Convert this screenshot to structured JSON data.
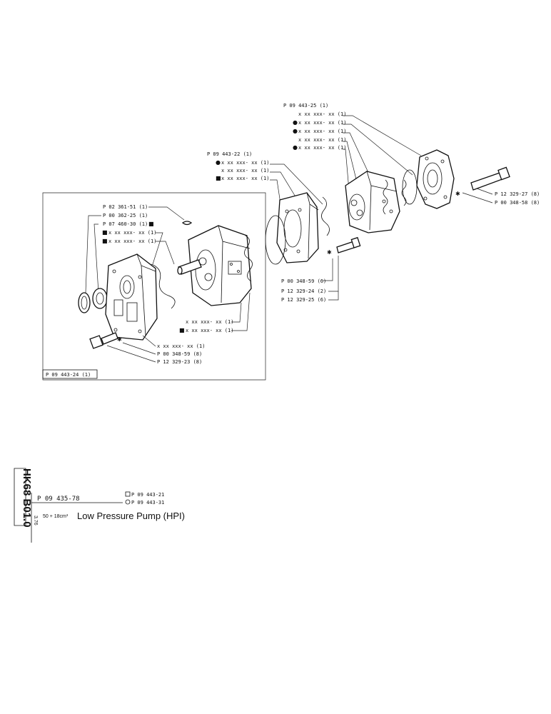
{
  "diagram": {
    "top_group": {
      "part_no": "P 09 443-25 (1)",
      "items": [
        {
          "sym": "",
          "text": "x xx xxx- xx (1)"
        },
        {
          "sym": "●",
          "text": "x xx xxx- xx (1)"
        },
        {
          "sym": "●",
          "text": "x xx xxx- xx (1)"
        },
        {
          "sym": "",
          "text": "x xx xxx- xx (1)"
        },
        {
          "sym": "●",
          "text": "x xx xxx- xx (1)"
        }
      ],
      "bolt": "P 12 329-27 (8)",
      "washer": "P 00 348-58 (8)"
    },
    "mid_group": {
      "part_no": "P 09 443-22 (1)",
      "items": [
        {
          "sym": "●",
          "text": "x xx xxx- xx (1)"
        },
        {
          "sym": "",
          "text": "x xx xxx- xx (1)"
        },
        {
          "sym": "■",
          "text": "x xx xxx- xx (1)"
        }
      ],
      "washer": "P 00 348-59 (6)",
      "bolt_a": "P 12 329-24 (2)",
      "bolt_b": "P 12 329-25 (6)"
    },
    "left_group": {
      "labels": [
        {
          "sym": "",
          "text": "P 02 361-51 (1)"
        },
        {
          "sym": "",
          "text": "P 00 362-25 (1)"
        },
        {
          "sym": "",
          "text": "P 07 460-30 (1)",
          "sym_after": "■"
        },
        {
          "sym": "■",
          "text": "x xx xxx- xx (1)"
        },
        {
          "sym": "■",
          "text": "x xx xxx- xx (1)"
        }
      ],
      "housing_items": [
        {
          "sym": "",
          "text": "x xx xxx- xx (1)"
        },
        {
          "sym": "■",
          "text": "x xx xxx- xx (1)"
        }
      ],
      "bottom_items": [
        {
          "sym": "",
          "text": "x xx xxx- xx (1)"
        },
        {
          "sym": "",
          "text": "P 00 348-59 (8)"
        },
        {
          "sym": "",
          "text": "P 12 329-23 (8)"
        }
      ],
      "box_label": "P 09 443-24 (1)"
    },
    "footer": {
      "side_ref": "HK68 B01.0",
      "part_no": "P 09 435-78",
      "small_code": "3.76",
      "variant_square": "P 09 443-21",
      "variant_circle": "P 09 443-31",
      "size": "50 + 18cm³",
      "title": "Low Pressure Pump (HPI)"
    }
  }
}
